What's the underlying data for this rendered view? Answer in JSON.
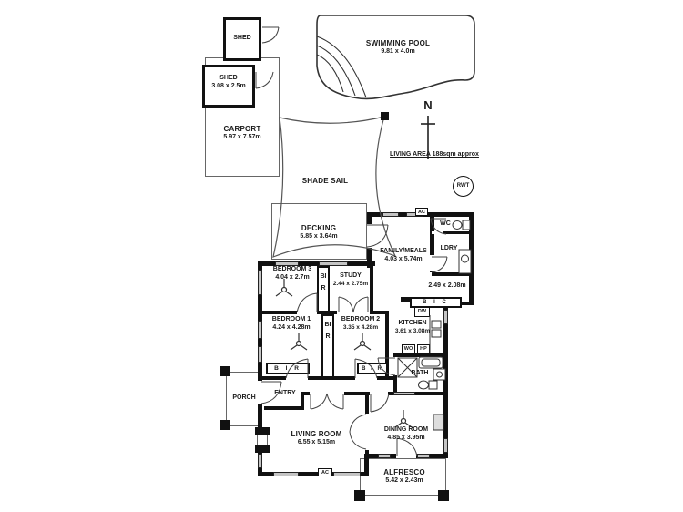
{
  "outbuildings": {
    "shed_top": {
      "name": "SHED"
    },
    "shed_lower": {
      "name": "SHED",
      "dims": "3.08 x 2.5m"
    },
    "carport": {
      "name": "CARPORT",
      "dims": "5.97 x 7.57m"
    },
    "pool": {
      "name": "SWIMMING POOL",
      "dims": "9.81 x 4.0m"
    },
    "shade_sail": {
      "name": "SHADE SAIL"
    },
    "decking": {
      "name": "DECKING",
      "dims": "5.85 x 3.64m"
    },
    "alfresco": {
      "name": "ALFRESCO",
      "dims": "5.42 x 2.43m"
    },
    "porch": {
      "name": "PORCH"
    }
  },
  "rooms": {
    "family_meals": {
      "name": "FAMILY/MEALS",
      "dims": "4.03 x 5.74m"
    },
    "wc": {
      "name": "WC"
    },
    "laundry": {
      "name": "LDRY",
      "dims": "2.49 x 2.08m"
    },
    "bedroom3": {
      "name": "BEDROOM 3",
      "dims": "4.04 x 2.7m"
    },
    "study": {
      "name": "STUDY",
      "dims": "2.44 x 2.75m"
    },
    "bedroom1": {
      "name": "BEDROOM 1",
      "dims": "4.24 x 4.28m"
    },
    "bedroom2": {
      "name": "BEDROOM 2",
      "dims": "3.35 x 4.28m"
    },
    "kitchen": {
      "name": "KITCHEN",
      "dims": "3.61 x 3.08m"
    },
    "bath": {
      "name": "BATH"
    },
    "entry": {
      "name": "ENTRY"
    },
    "living": {
      "name": "LIVING ROOM",
      "dims": "6.55 x 5.15m"
    },
    "dining": {
      "name": "DINING ROOM",
      "dims": "4.85 x 3.95m"
    }
  },
  "annotations": {
    "north": "N",
    "living_area": "LIVING AREA 188sqm approx",
    "rwt": "RWT",
    "bir": "B I R",
    "bir_vertical": "BIR",
    "bic": "B I C",
    "dw": "DW",
    "wo": "WO",
    "hp": "HP",
    "ac": "AC"
  },
  "colors": {
    "wall": "#111111",
    "line": "#444444",
    "window_fill": "#c4c4c4",
    "background": "#ffffff"
  }
}
